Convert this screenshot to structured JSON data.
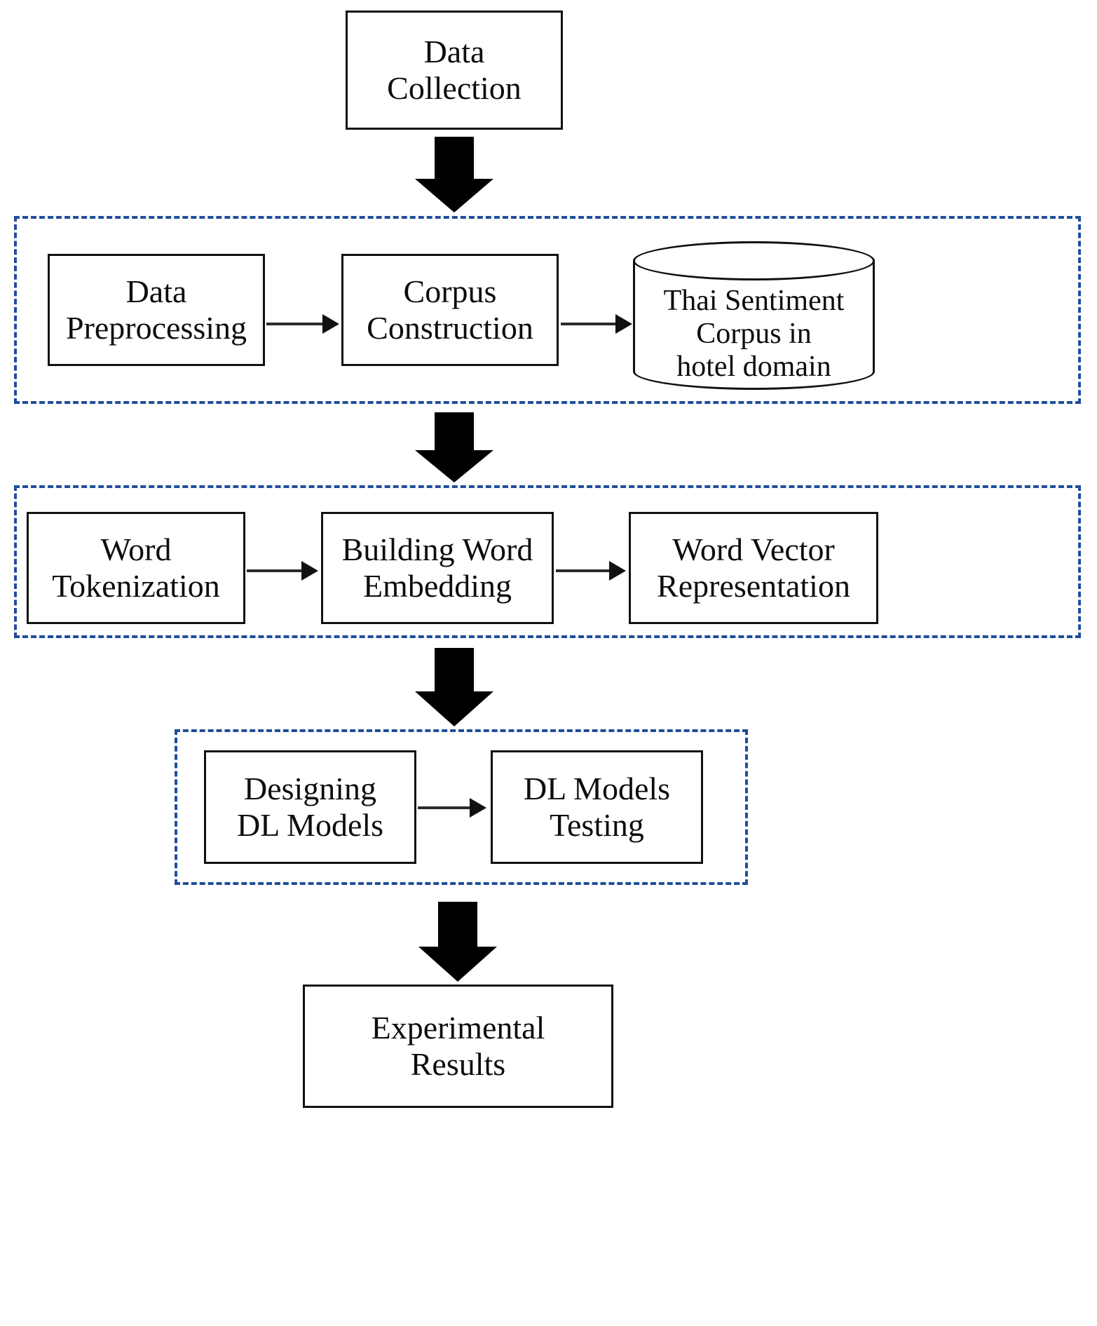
{
  "diagram": {
    "title": "Research methodology flowchart",
    "colors": {
      "group_border": "#1f4e9b",
      "box_border": "#111111",
      "arrow_fill": "#000000",
      "background": "#ffffff"
    },
    "nodes": {
      "data_collection": "Data Collection",
      "data_preprocessing": "Data Preprocessing",
      "corpus_construction": "Corpus Construction",
      "thai_corpus": "Thai Sentiment Corpus in hotel domain",
      "word_tokenization": "Word Tokenization",
      "building_word_embedding": "Building  Word Embedding",
      "word_vector_representation": "Word Vector Representation",
      "designing_dl_models": "Designing DL Models",
      "dl_models_testing": "DL Models Testing",
      "experimental_results": "Experimental Results"
    },
    "node_lines": {
      "data_collection": [
        "Data",
        "Collection"
      ],
      "data_preprocessing": [
        "Data",
        "Preprocessing"
      ],
      "corpus_construction": [
        "Corpus",
        "Construction"
      ],
      "thai_corpus": [
        "Thai Sentiment",
        "Corpus in",
        "hotel domain"
      ],
      "word_tokenization": [
        "Word",
        "Tokenization"
      ],
      "building_word_embedding": [
        "Building  Word",
        "Embedding"
      ],
      "word_vector_representation": [
        "Word Vector",
        "Representation"
      ],
      "designing_dl_models": [
        "Designing",
        "DL Models"
      ],
      "dl_models_testing": [
        "DL Models",
        "Testing"
      ],
      "experimental_results": [
        "Experimental",
        "Results"
      ]
    },
    "groups": [
      {
        "id": "corpus-stage",
        "members": [
          "data_preprocessing",
          "corpus_construction",
          "thai_corpus"
        ]
      },
      {
        "id": "embedding-stage",
        "members": [
          "word_tokenization",
          "building_word_embedding",
          "word_vector_representation"
        ]
      },
      {
        "id": "modeling-stage",
        "members": [
          "designing_dl_models",
          "dl_models_testing"
        ]
      }
    ],
    "edges": [
      {
        "from": "data_collection",
        "to": "corpus-stage",
        "style": "block-arrow-down"
      },
      {
        "from": "data_preprocessing",
        "to": "corpus_construction",
        "style": "thin-arrow-right"
      },
      {
        "from": "corpus_construction",
        "to": "thai_corpus",
        "style": "thin-arrow-right"
      },
      {
        "from": "corpus-stage",
        "to": "embedding-stage",
        "style": "block-arrow-down"
      },
      {
        "from": "word_tokenization",
        "to": "building_word_embedding",
        "style": "thin-arrow-right"
      },
      {
        "from": "building_word_embedding",
        "to": "word_vector_representation",
        "style": "thin-arrow-right"
      },
      {
        "from": "embedding-stage",
        "to": "modeling-stage",
        "style": "block-arrow-down"
      },
      {
        "from": "designing_dl_models",
        "to": "dl_models_testing",
        "style": "thin-arrow-right"
      },
      {
        "from": "modeling-stage",
        "to": "experimental_results",
        "style": "block-arrow-down"
      }
    ]
  }
}
